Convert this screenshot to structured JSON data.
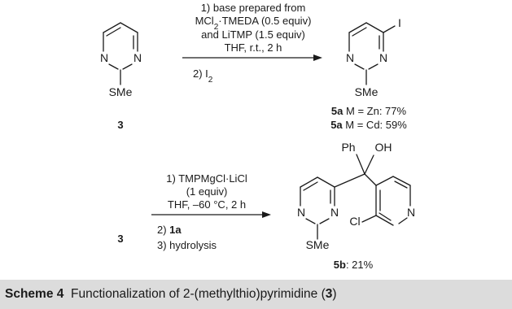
{
  "reaction1": {
    "reactant_label": "3",
    "reactant_substituent": "SMe",
    "cond_line1": "1) base prepared from",
    "cond_line2_a": "MCl",
    "cond_line2_sub": "2",
    "cond_line2_b": "·TMEDA (0.5 equiv)",
    "cond_line3": "and LiTMP (1.5 equiv)",
    "cond_line4": "THF, r.t., 2 h",
    "cond_line5_a": "2) I",
    "cond_line5_sub": "2",
    "product_iodo": "I",
    "product_substituent": "SMe",
    "yield1_label": "5a",
    "yield1_text": " M = Zn: 77%",
    "yield2_label": "5a",
    "yield2_text": " M = Cd: 59%"
  },
  "reaction2": {
    "reactant_label": "3",
    "cond_line1": "1) TMPMgCl·LiCl",
    "cond_line2": "(1 equiv)",
    "cond_line3": "THF, –60 °C, 2 h",
    "cond_line4_a": "2) ",
    "cond_line4_b": "1a",
    "cond_line5": "3) hydrolysis",
    "product_ph": "Ph",
    "product_oh": "OH",
    "product_cl": "Cl",
    "product_smethyl": "SMe",
    "product_label": "5b",
    "product_yield": ": 21%"
  },
  "atoms": {
    "N": "N"
  },
  "caption": {
    "label": "Scheme 4",
    "text_before": "Functionalization of 2-(methylthio)pyrimidine (",
    "compound": "3",
    "text_after": ")"
  }
}
